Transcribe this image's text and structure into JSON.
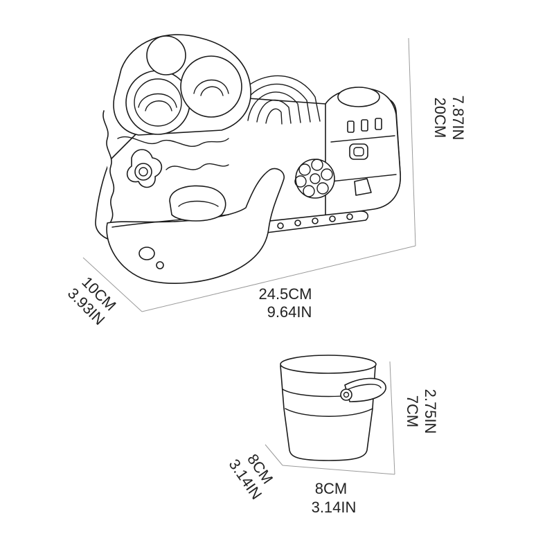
{
  "colors": {
    "line": "#1a1a1a",
    "dimension_line": "#9a9a9a",
    "text": "#222222",
    "background": "#ffffff"
  },
  "main_toy": {
    "height": {
      "cm": "20CM",
      "in": "7.87IN"
    },
    "width": {
      "cm": "24.5CM",
      "in": "9.64IN"
    },
    "depth": {
      "cm": "10CM",
      "in": "3.93IN"
    }
  },
  "cup": {
    "height": {
      "cm": "7CM",
      "in": "2.75IN"
    },
    "width": {
      "cm": "8CM",
      "in": "3.14IN"
    },
    "depth": {
      "cm": "8CM",
      "in": "3.14IN"
    }
  }
}
